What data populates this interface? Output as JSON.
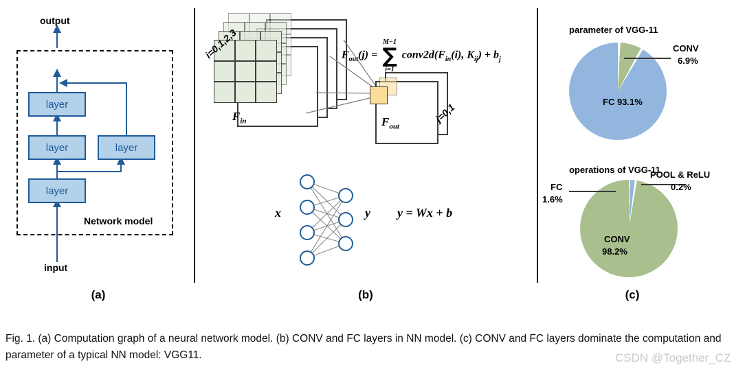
{
  "figure": {
    "caption": "Fig. 1.  (a) Computation graph of a neural network model. (b) CONV and FC layers in NN model. (c) CONV and FC layers dominate the computation and parameter of a typical NN model: VGG11.",
    "watermark": "CSDN @Together_CZ"
  },
  "panel_a": {
    "label": "(a)",
    "output_label": "output",
    "input_label": "input",
    "box_label": "Network model",
    "layers": [
      {
        "id": "layer-top",
        "text": "layer"
      },
      {
        "id": "layer-mid-left",
        "text": "layer"
      },
      {
        "id": "layer-mid-right",
        "text": "layer"
      },
      {
        "id": "layer-bottom",
        "text": "layer"
      }
    ]
  },
  "panel_b": {
    "label": "(b)",
    "conv": {
      "input_index_label": "i=0,1,2,3",
      "input_name": "F",
      "input_sub": "in",
      "output_index_label": "j=0,1",
      "output_name": "F",
      "output_sub": "out",
      "formula": {
        "lhs": "F",
        "lhs_sub": "out",
        "lhs_arg": "(j) =",
        "sum_top": "M−1",
        "sum_sym": "∑",
        "sum_bottom": "i=1",
        "rhs": "conv2d(F",
        "rhs_sub1": "in",
        "rhs_mid": "(i), K",
        "rhs_sub2": "ij",
        "rhs_end": ") + b",
        "rhs_sub3": "j"
      },
      "input_maps": 4,
      "output_maps": 2,
      "grid": "3x3",
      "highlight_color": "#fbdc9a",
      "cell_color": "#e3ecdc"
    },
    "fc": {
      "input_label": "x",
      "output_label": "y",
      "formula": "y = Wx + b",
      "input_nodes": 4,
      "output_nodes": 3
    }
  },
  "panel_c": {
    "label": "(c)",
    "colors": {
      "fc": "#92b6de",
      "conv": "#a9bf8e",
      "gap": "#ffffff"
    },
    "chart_data": [
      {
        "type": "pie",
        "title": "parameter of VGG-11",
        "categories": [
          "FC",
          "CONV"
        ],
        "values": [
          93.1,
          6.9
        ],
        "labels": [
          "FC 93.1%",
          "CONV\n6.9%"
        ],
        "colors": [
          "#92b6de",
          "#a9bf8e"
        ],
        "inside_label": "FC 93.1%",
        "callout_name": "CONV",
        "callout_value": "6.9%"
      },
      {
        "type": "pie",
        "title": "operations of VGG-11",
        "categories": [
          "CONV",
          "FC",
          "POOL & ReLU"
        ],
        "values": [
          98.2,
          1.6,
          0.2
        ],
        "labels": [
          "CONV\n98.2%",
          "FC\n1.6%",
          "POOL & ReLU\n0.2%"
        ],
        "colors": [
          "#a9bf8e",
          "#92b6de",
          "#ffffff"
        ],
        "inside_label_name": "CONV",
        "inside_label_value": "98.2%",
        "callout_left_name": "FC",
        "callout_left_value": "1.6%",
        "callout_right_name": "POOL & ReLU",
        "callout_right_value": "0.2%"
      }
    ]
  }
}
